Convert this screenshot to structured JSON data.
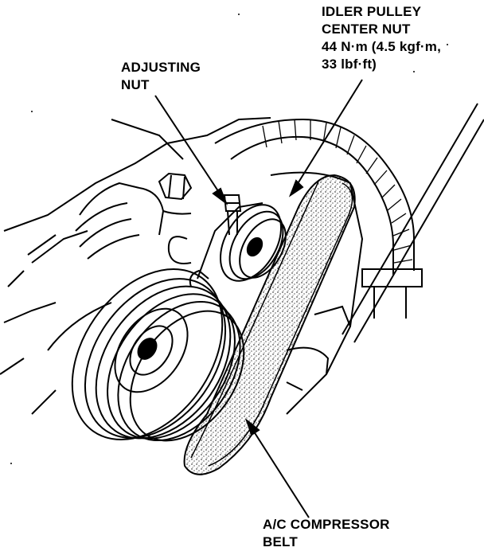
{
  "labels": {
    "idler_pulley": {
      "line1": "IDLER PULLEY",
      "line2": "CENTER NUT",
      "line3": "44 N·m (4.5 kgf·m,",
      "line4": "33 lbf·ft)"
    },
    "adjusting_nut": {
      "line1": "ADJUSTING",
      "line2": "NUT"
    },
    "belt": {
      "line1": "A/C COMPRESSOR",
      "line2": "BELT"
    }
  },
  "colors": {
    "ink": "#000000",
    "paper": "#ffffff"
  }
}
